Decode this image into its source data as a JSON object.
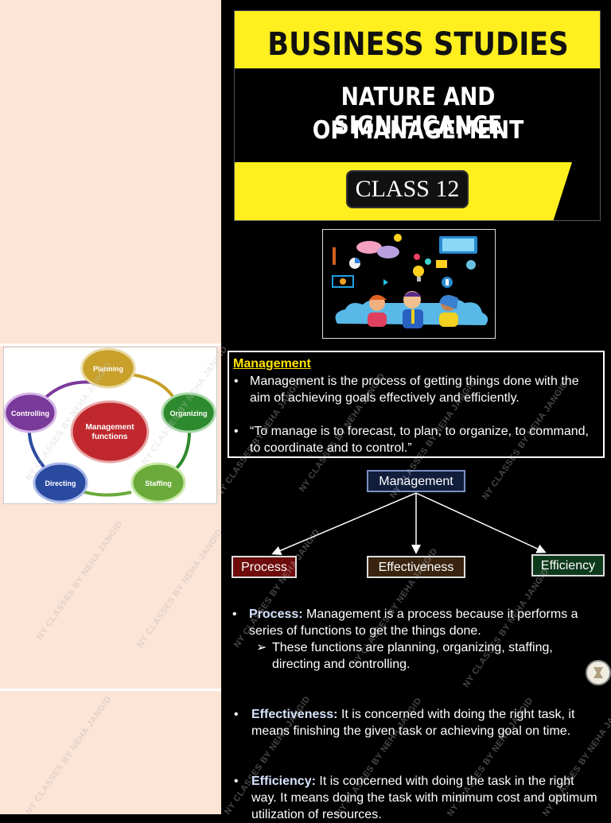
{
  "banner": {
    "title": "BUSINESS STUDIES",
    "subtitle_line1": "NATURE AND SIGNIFICANCE",
    "subtitle_line2": "OF MANAGEMENT",
    "class_label": "CLASS 12"
  },
  "diagram": {
    "center": "Management functions",
    "center_line1": "Management",
    "center_line2": "functions",
    "nodes": [
      "Planning",
      "Organizing",
      "Staffing",
      "Directing",
      "Controlling"
    ],
    "colors": {
      "planning": "#c8a02a",
      "organizing": "#2e8a2e",
      "staffing": "#6aaa3a",
      "directing": "#2a4aa0",
      "controlling": "#7a3a9a",
      "center": "#c0282e"
    }
  },
  "definition": {
    "heading": "Management",
    "bullet1": "Management is the process of getting things done with the aim of achieving goals effectively and efficiently.",
    "bullet2": "“To manage is to forecast, to plan, to organize, to command, to coordinate and to control.”"
  },
  "flowchart": {
    "root": "Management",
    "children": [
      "Process",
      "Effectiveness",
      "Efficiency"
    ]
  },
  "points": {
    "process_label": "Process:",
    "process_text": " Management is a process because it performs a series of functions to get the things done.",
    "process_sub": "These functions are planning, organizing, staffing, directing and controlling.",
    "effectiveness_label": "Effectiveness:",
    "effectiveness_text": " It is concerned with doing the right task, it means finishing the given task or achieving goal on time.",
    "efficiency_label": "Efficiency:",
    "efficiency_text": " It is concerned with doing the task in the right way. It means doing the task with minimum cost and optimum utilization of resources."
  },
  "watermark": "NY CLASSES BY NEHA JANGID",
  "colors": {
    "left_pane": "#fce4d6",
    "banner_yellow": "#ffef1f",
    "heading_yellow": "#ffe400"
  }
}
